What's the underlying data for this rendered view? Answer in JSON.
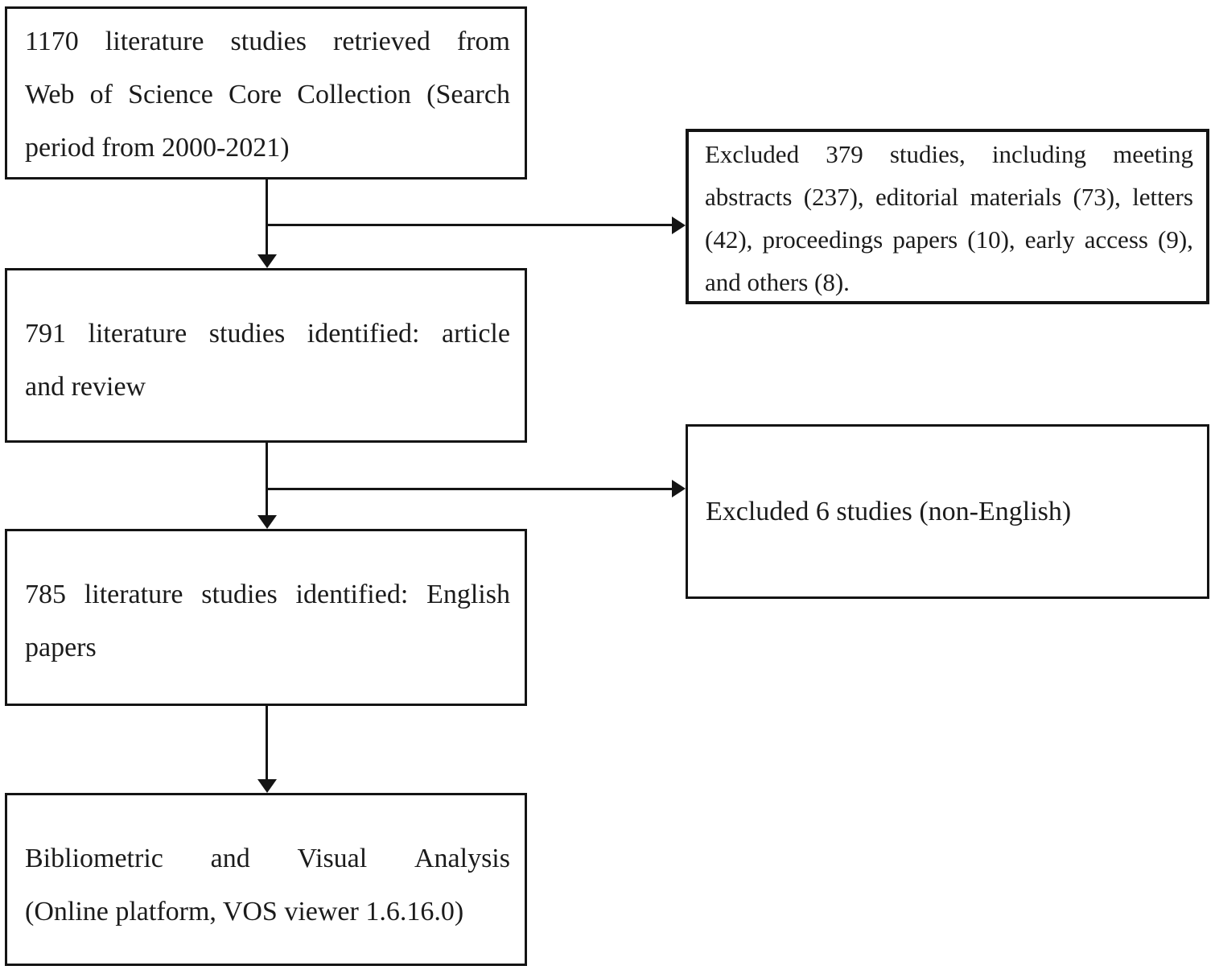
{
  "diagram": {
    "type": "flowchart",
    "colors": {
      "background": "#ffffff",
      "box_border": "#141414",
      "text": "#1b1b1b",
      "connector": "#141414"
    },
    "boxes": {
      "retrieved": {
        "text": "1170 literature studies retrieved from Web of Science Core Collection (Search period from 2000-2021)",
        "lines": [
          "1170 literature studies retrieved from",
          "Web of Science Core Collection (Search",
          "period from 2000-2021)"
        ]
      },
      "excluded_379": {
        "text": "Excluded 379 studies, including meeting abstracts (237), editorial materials (73), letters (42), proceedings papers (10), early access (9), and others (8).",
        "lines": [
          "Excluded 379 studies, including meeting",
          "abstracts (237), editorial materials (73), letters",
          "(42), proceedings papers (10), early access (9),",
          "and others (8)."
        ]
      },
      "identified_791": {
        "text": "791 literature studies identified: article and review",
        "lines": [
          "791 literature studies identified: article",
          "and review"
        ]
      },
      "excluded_6": {
        "text": "Excluded 6 studies (non-English)",
        "lines": [
          "Excluded 6 studies (non-English)"
        ]
      },
      "identified_785": {
        "text": "785 literature studies identified: English papers",
        "lines": [
          "785 literature studies identified: English",
          "papers"
        ]
      },
      "analysis": {
        "text": "Bibliometric and Visual Analysis (Online platform, VOS viewer 1.6.16.0)",
        "lines": [
          "Bibliometric and Visual Analysis",
          "(Online platform, VOS viewer 1.6.16.0)"
        ]
      }
    },
    "flow": [
      {
        "from": "retrieved",
        "to": "identified_791",
        "direction": "down"
      },
      {
        "from": "retrieved",
        "to": "excluded_379",
        "direction": "right"
      },
      {
        "from": "identified_791",
        "to": "identified_785",
        "direction": "down"
      },
      {
        "from": "identified_791",
        "to": "excluded_6",
        "direction": "right"
      },
      {
        "from": "identified_785",
        "to": "analysis",
        "direction": "down"
      }
    ]
  }
}
